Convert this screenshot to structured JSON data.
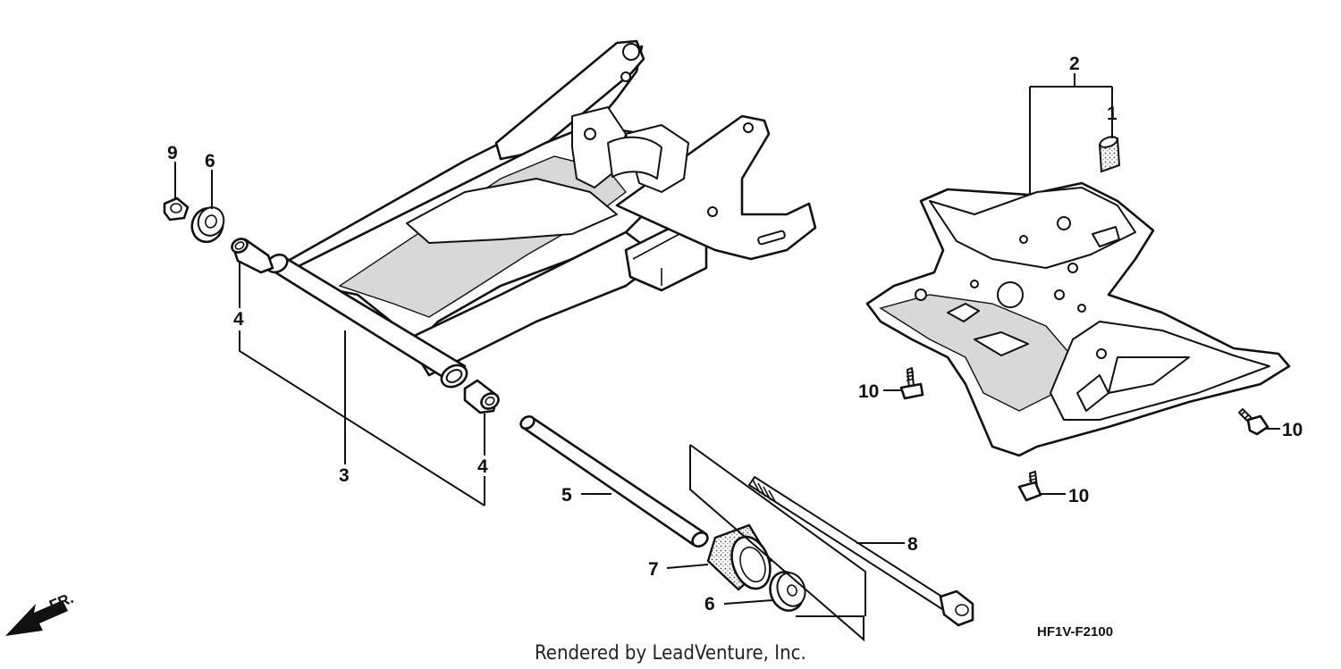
{
  "callouts": {
    "c1": "1",
    "c2": "2",
    "c3": "3",
    "c4a": "4",
    "c4b": "4",
    "c5": "5",
    "c6a": "6",
    "c6b": "6",
    "c7": "7",
    "c8": "8",
    "c9": "9",
    "c10a": "10",
    "c10b": "10",
    "c10c": "10"
  },
  "direction_label": "FR.",
  "diagram_code": "HF1V-F2100",
  "footer": "Rendered by LeadVenture, Inc."
}
